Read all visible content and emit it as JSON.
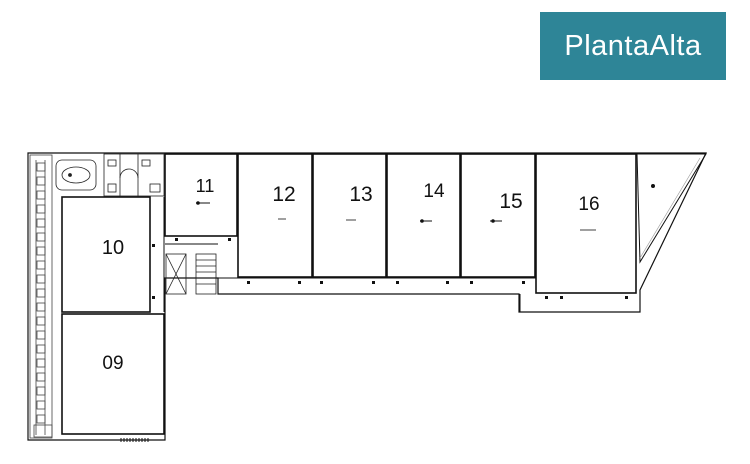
{
  "title": "PlantaAlta",
  "colors": {
    "badge": "#2e8597",
    "badge_text": "#ffffff",
    "walls": "#111111",
    "room_fill": "#ffffff"
  },
  "rooms": [
    {
      "id": "09",
      "label": "09"
    },
    {
      "id": "10",
      "label": "10"
    },
    {
      "id": "11",
      "label": "11"
    },
    {
      "id": "12",
      "label": "12"
    },
    {
      "id": "13",
      "label": "13"
    },
    {
      "id": "14",
      "label": "14"
    },
    {
      "id": "15",
      "label": "15"
    },
    {
      "id": "16",
      "label": "16"
    }
  ]
}
